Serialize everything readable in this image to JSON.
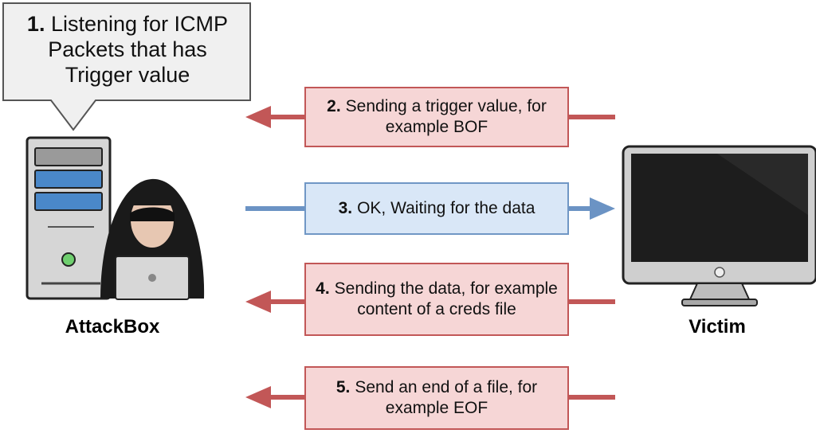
{
  "callout": {
    "number": "1.",
    "text": "Listening for ICMP Packets that has Trigger value"
  },
  "nodes": {
    "attacker_label": "AttackBox",
    "victim_label": "Victim"
  },
  "messages": [
    {
      "number": "2.",
      "text": "Sending a trigger value, for example BOF",
      "direction": "to-attacker",
      "color": "#c25757"
    },
    {
      "number": "3.",
      "text": "OK, Waiting for the data",
      "direction": "to-victim",
      "color": "#6b93c4"
    },
    {
      "number": "4.",
      "text": "Sending the data, for example content of a creds file",
      "direction": "to-attacker",
      "color": "#c25757"
    },
    {
      "number": "5.",
      "text": "Send an end of a file, for example EOF",
      "direction": "to-attacker",
      "color": "#c25757"
    }
  ],
  "icons": [
    "server-tower-icon",
    "hooded-hacker-icon",
    "laptop-icon",
    "monitor-icon"
  ]
}
